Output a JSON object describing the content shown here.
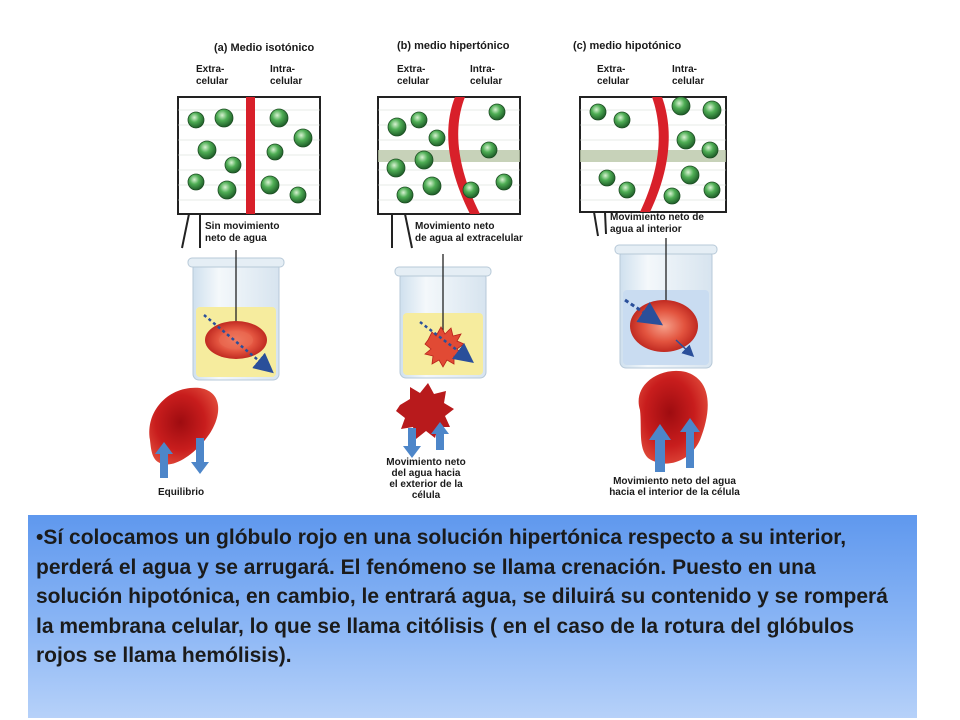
{
  "panels": [
    {
      "title": "(a) Medio isotónico",
      "extra": [
        "Extra-",
        "celular"
      ],
      "intra": [
        "Intra-",
        "celular"
      ],
      "movement": [
        "Sin movimiento",
        "neto de agua"
      ],
      "caption": [
        "Equilibrio"
      ]
    },
    {
      "title": "(b) medio hipertónico",
      "extra": [
        "Extra-",
        "celular"
      ],
      "intra": [
        "Intra-",
        "celular"
      ],
      "movement": [
        "Movimiento neto",
        "de agua al extracelular"
      ],
      "caption": [
        "Movimiento neto",
        "del agua hacia",
        "el exterior de la",
        "célula"
      ]
    },
    {
      "title": "(c) medio hipotónico",
      "extra": [
        "Extra-",
        "celular"
      ],
      "intra": [
        "Intra-",
        "celular"
      ],
      "movement": [
        "Movimiento neto de",
        "agua al interior"
      ],
      "caption": [
        "Movimiento neto del agua",
        "hacia el interior de la célula"
      ]
    }
  ],
  "explanation": "•Sí colocamos un glóbulo rojo en una solución hipertónica respecto a su interior, perderá el agua y se arrugará. El fenómeno se llama crenación. Puesto en una solución hipotónica, en cambio, le entrará agua, se diluirá su contenido y se romperá la membrana celular, lo que se llama citólisis ( en el caso de la rotura del glóbulos rojos se llama hemólisis).",
  "colors": {
    "membrane": "#d8202a",
    "molecule": "#2f8f3a",
    "water_arrow": "#4d86c9",
    "cell": "#c81d1d",
    "beaker_water_a": "#f6ec9e",
    "beaker_water_c": "#c9dcf1",
    "text_box": "#7aa9f2"
  }
}
